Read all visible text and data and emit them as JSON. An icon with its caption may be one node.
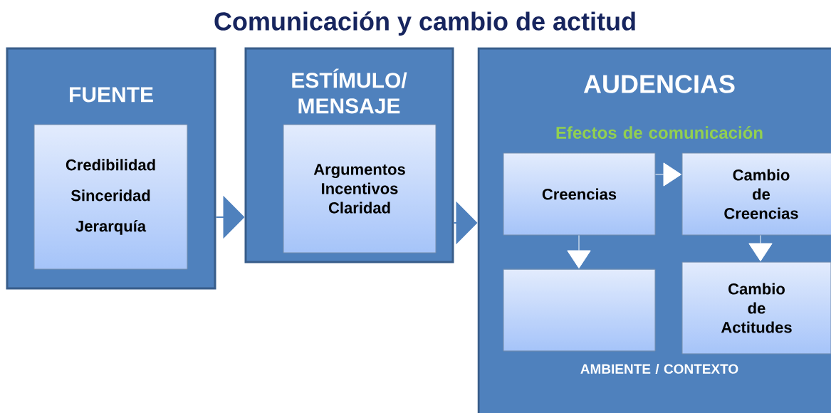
{
  "diagram": {
    "title": "Comunicación y cambio de actitud",
    "nodes": [
      {
        "text": [
          "FUENTE"
        ]
      },
      {
        "text": [
          "Credibilidad",
          "Sinceridad",
          "Jerarquía"
        ],
        "in": 0
      },
      {
        "text": [
          "ESTÍMULO/ MENSAJE"
        ]
      },
      {
        "text": [
          "Argumentos Incentivos Claridad"
        ],
        "in": 2
      },
      {
        "text": [
          "AUDENCIAS",
          "Efectos de comunicación",
          "AMBIENTE / CONTEXTO"
        ]
      },
      {
        "text": [
          "Creencias"
        ],
        "in": 4
      },
      {
        "text": [
          "Cambio de Creencias"
        ],
        "in": 4
      },
      {
        "text": [],
        "shape": "box",
        "in": 4
      },
      {
        "text": [
          "Cambio de Actitudes"
        ],
        "in": 4
      }
    ],
    "edges": [
      {
        "from": 0,
        "to": 2,
        "arrow": "to",
        "color": "#4f81bd"
      },
      {
        "from": 2,
        "to": 4,
        "arrow": "to",
        "color": "#4f81bd"
      },
      {
        "from": 5,
        "to": 6,
        "arrow": "to"
      },
      {
        "from": 5,
        "to": 7,
        "arrow": "to"
      },
      {
        "from": 6,
        "to": 8,
        "arrow": "to"
      }
    ]
  }
}
